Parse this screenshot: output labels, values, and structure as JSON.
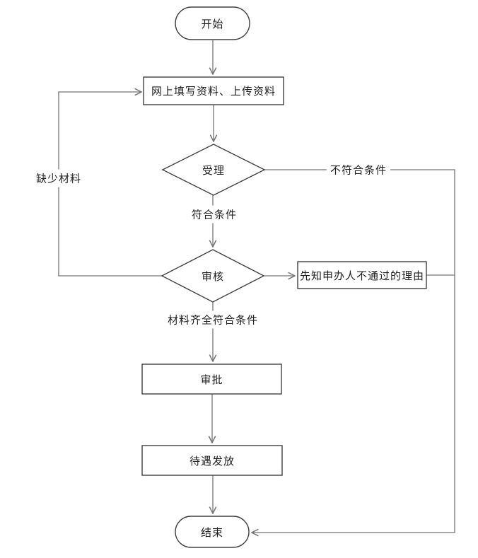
{
  "diagram_type": "flowchart",
  "nodes": {
    "start": "开始",
    "fill_upload": "网上填写资料、上传资料",
    "accept": "受理",
    "review": "审核",
    "notify_reason": "先知申办人不通过的理由",
    "approve": "审批",
    "benefit": "待遇发放",
    "end": "结束"
  },
  "edge_labels": {
    "missing_materials": "缺少材料",
    "meets_conditions": "符合条件",
    "not_meets_conditions": "不符合条件",
    "materials_complete": "材料齐全符合条件"
  },
  "colors": {
    "background": "#ffffff",
    "shape_fill": "#ffffff",
    "shape_border_color": "#404040",
    "line_color": "#757575",
    "text_color": "#1f1f1f"
  }
}
